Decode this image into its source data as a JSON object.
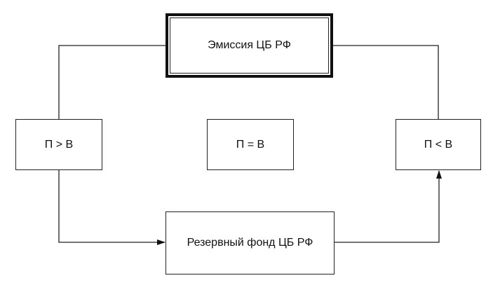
{
  "nodes": {
    "emission": "Эмиссия ЦБ РФ",
    "p_gt_v": "П > В",
    "p_eq_v": "П = В",
    "p_lt_v": "П < В",
    "reserve": "Резервный фонд ЦБ РФ"
  }
}
